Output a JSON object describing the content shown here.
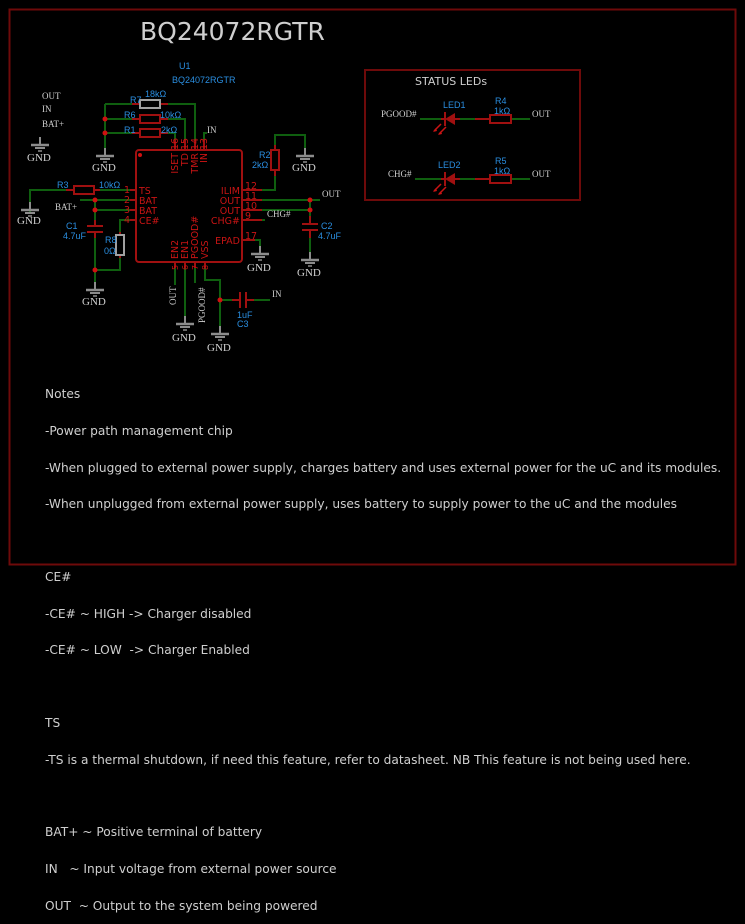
{
  "sheet": {
    "title": "BQ24072RGTR",
    "colors": {
      "background": "#000000",
      "frame": "#6e0a0a",
      "wire": "#0f5f0f",
      "symbol": "#a01010",
      "pin_text": "#c81414",
      "value_text": "#2a8ee0",
      "net_text": "#d0d0d0",
      "ground": "#8c8c8c",
      "junction": "#d01010",
      "resistor_body_gray": "#a0a0a0"
    }
  },
  "chip": {
    "ref": "U1",
    "value": "BQ24072RGTR",
    "left_pins": [
      {
        "num": "1",
        "name": "TS"
      },
      {
        "num": "2",
        "name": "BAT"
      },
      {
        "num": "3",
        "name": "BAT"
      },
      {
        "num": "4",
        "name": "CE#"
      }
    ],
    "right_pins": [
      {
        "num": "12",
        "name": "ILIM"
      },
      {
        "num": "11",
        "name": "OUT"
      },
      {
        "num": "10",
        "name": "OUT"
      },
      {
        "num": "9",
        "name": "CHG#"
      },
      {
        "num": "17",
        "name": "EPAD"
      }
    ],
    "top_pins": [
      {
        "num": "16",
        "name": "ISET"
      },
      {
        "num": "15",
        "name": "TD"
      },
      {
        "num": "14",
        "name": "TMR"
      },
      {
        "num": "13",
        "name": "IN"
      }
    ],
    "bottom_pins": [
      {
        "num": "5",
        "name": "EN2"
      },
      {
        "num": "6",
        "name": "EN1"
      },
      {
        "num": "7",
        "name": "PGOOD#"
      },
      {
        "num": "8",
        "name": "VSS"
      }
    ]
  },
  "components": {
    "r7": {
      "ref": "R7",
      "value": "18kΩ"
    },
    "r6": {
      "ref": "R6",
      "value": "10kΩ"
    },
    "r1": {
      "ref": "R1",
      "value": "2kΩ"
    },
    "r2": {
      "ref": "R2",
      "value": "2kΩ"
    },
    "r3": {
      "ref": "R3",
      "value": "10kΩ"
    },
    "r8": {
      "ref": "R8",
      "value": "0Ω"
    },
    "c1": {
      "ref": "C1",
      "value": "4.7uF"
    },
    "c2": {
      "ref": "C2",
      "value": "4.7uF"
    },
    "c3": {
      "ref": "C3",
      "value": "1uF"
    },
    "r4": {
      "ref": "R4",
      "value": "1kΩ"
    },
    "r5": {
      "ref": "R5",
      "value": "1kΩ"
    },
    "led1": {
      "ref": "LED1"
    },
    "led2": {
      "ref": "LED2"
    }
  },
  "nets": {
    "out": "OUT",
    "in": "IN",
    "bat_plus": "BAT+",
    "gnd": "GND",
    "chg": "CHG#",
    "pgood": "PGOOD#"
  },
  "legend_labels": [
    "OUT",
    "IN",
    "BAT+"
  ],
  "status_leds": {
    "title": "STATUS LEDs"
  },
  "notes": {
    "lines": [
      "Notes",
      "-Power path management chip",
      "-When plugged to external power supply, charges battery and uses external power for the uC and its modules.",
      "-When unplugged from external power supply, uses battery to supply power to the uC and the modules",
      "",
      "CE#",
      "-CE# ~ HIGH -> Charger disabled",
      "-CE# ~ LOW  -> Charger Enabled",
      "",
      "TS",
      "-TS is a thermal shutdown, if need this feature, refer to datasheet. NB This feature is not being used here.",
      "",
      "BAT+ ~ Positive terminal of battery",
      "IN   ~ Input voltage from external power source",
      "OUT  ~ Output to the system being powered"
    ]
  }
}
